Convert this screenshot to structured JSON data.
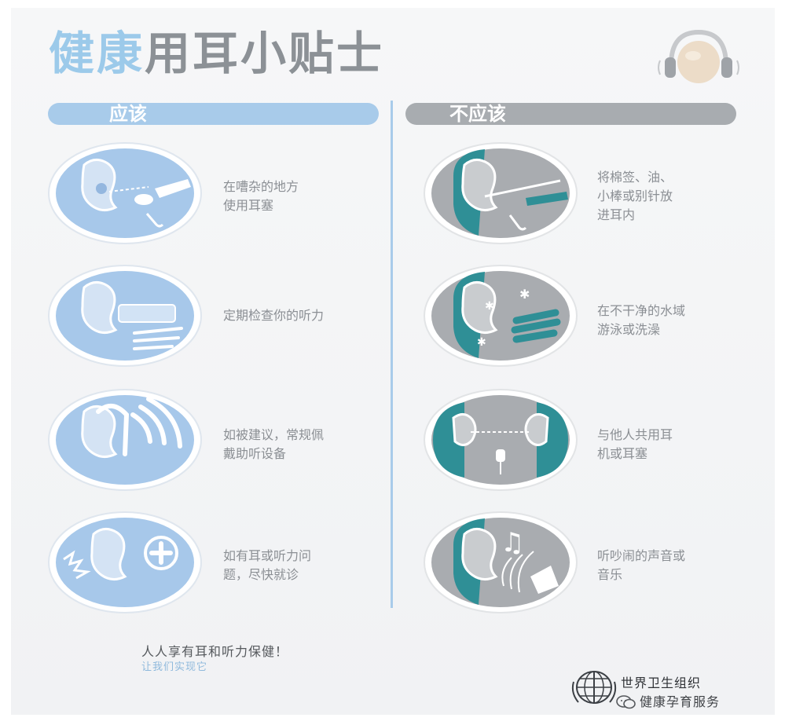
{
  "title": {
    "highlight": "健康",
    "rest": "用耳小贴士"
  },
  "columns": {
    "should": {
      "header": "应该",
      "tips": [
        {
          "icon": "earplug-icon",
          "text": [
            "在嘈杂的地方",
            "使用耳塞"
          ]
        },
        {
          "icon": "hearing-test-icon",
          "text": [
            "定期检查你的听力"
          ]
        },
        {
          "icon": "hearing-aid-icon",
          "text": [
            "如被建议，常规佩",
            "戴助听设备"
          ]
        },
        {
          "icon": "medical-help-icon",
          "text": [
            "如有耳或听力问",
            "题，尽快就诊"
          ]
        }
      ]
    },
    "should_not": {
      "header": "不应该",
      "tips": [
        {
          "icon": "cotton-swab-icon",
          "text": [
            "将棉签、油、",
            "小棒或别针放",
            "进耳内"
          ]
        },
        {
          "icon": "dirty-water-icon",
          "text": [
            "在不干净的水域",
            "游泳或洗澡"
          ]
        },
        {
          "icon": "shared-earphones-icon",
          "text": [
            "与他人共用耳",
            "机或耳塞"
          ]
        },
        {
          "icon": "loud-music-icon",
          "text": [
            "听吵闹的声音或",
            "音乐"
          ]
        }
      ]
    }
  },
  "footer": {
    "slogan": "人人享有耳和听力保健！",
    "sub": "让我们实现它",
    "org": "世界卫生组织",
    "account": "健康孕育服务"
  },
  "colors": {
    "accent_blue": "#a8cbea",
    "accent_gray": "#a8acb0",
    "title_gray": "#8c9196",
    "should_not_teal": "#2f8f96"
  }
}
